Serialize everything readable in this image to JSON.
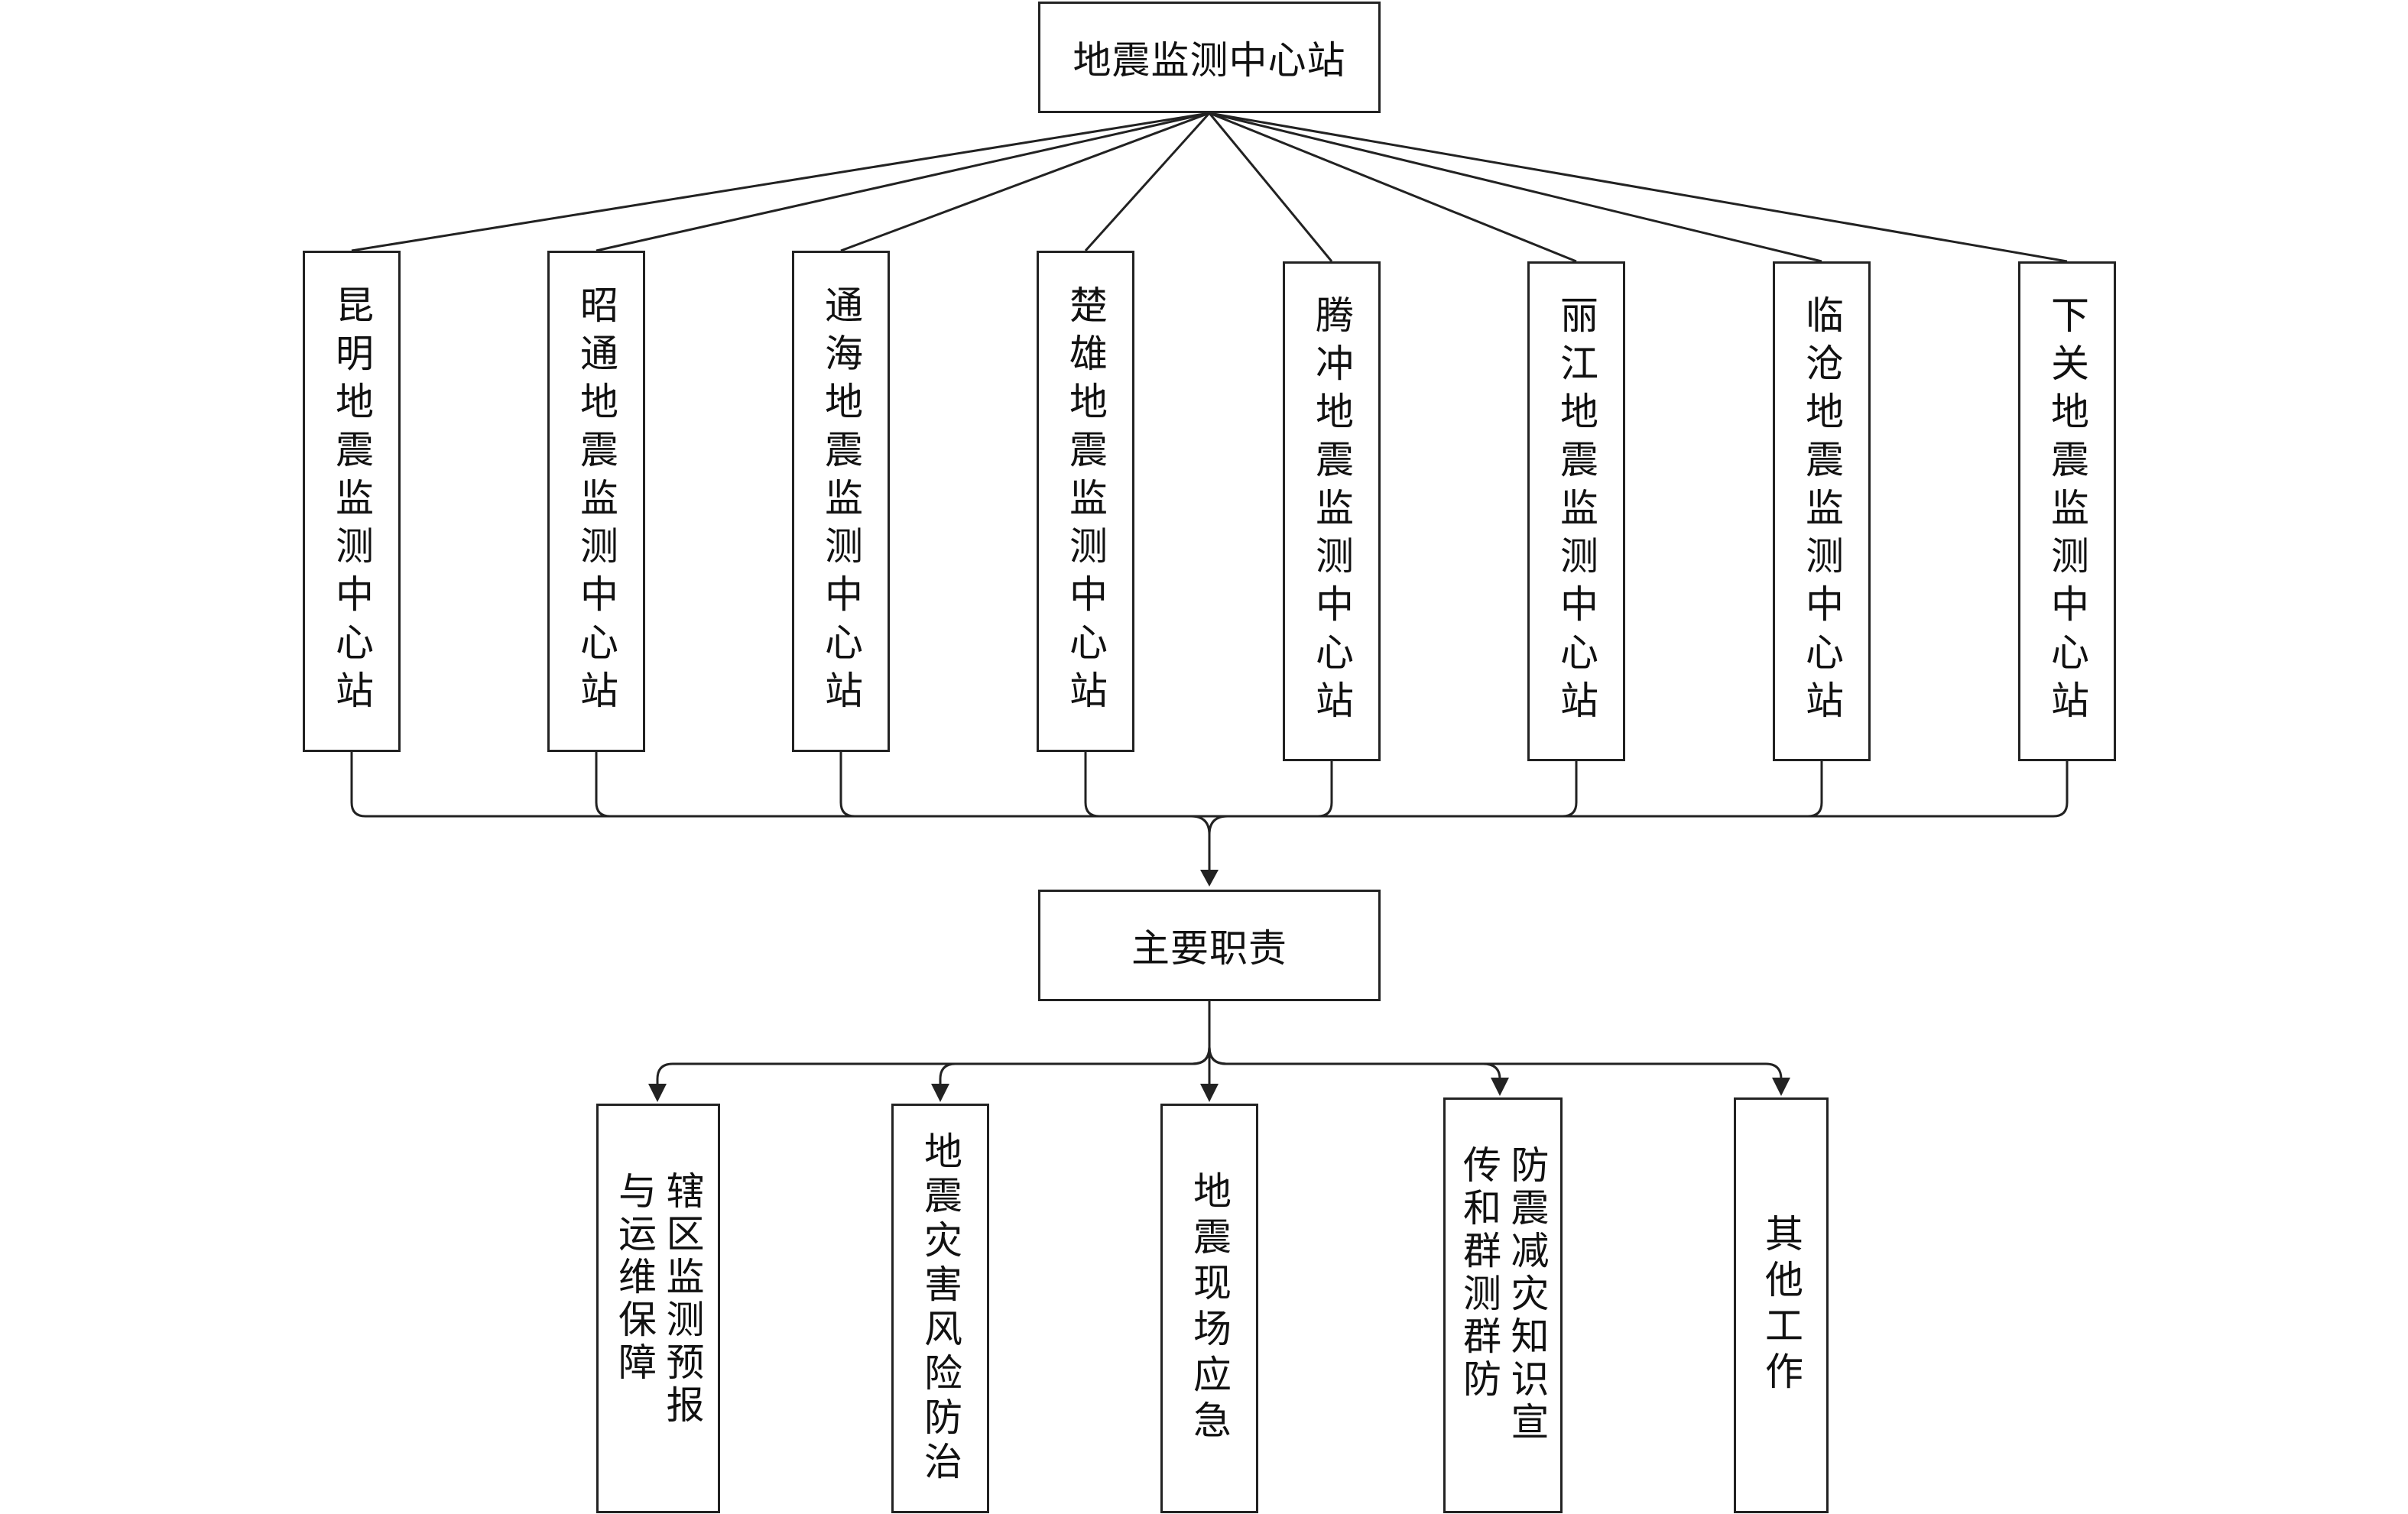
{
  "root": {
    "label": "地震监测中心站"
  },
  "stations": [
    "昆明地震监测中心站",
    "昭通地震监测中心站",
    "通海地震监测中心站",
    "楚雄地震监测中心站",
    "腾冲地震监测中心站",
    "丽江地震监测中心站",
    "临沧地震监测中心站",
    "下关地震监测中心站"
  ],
  "duties": {
    "label": "主要职责",
    "items": [
      "辖区监测预报与运维保障",
      "地震灾害风险防治",
      "地震现场应急",
      "防震减灾知识宣传和群测群防",
      "其他工作"
    ]
  }
}
